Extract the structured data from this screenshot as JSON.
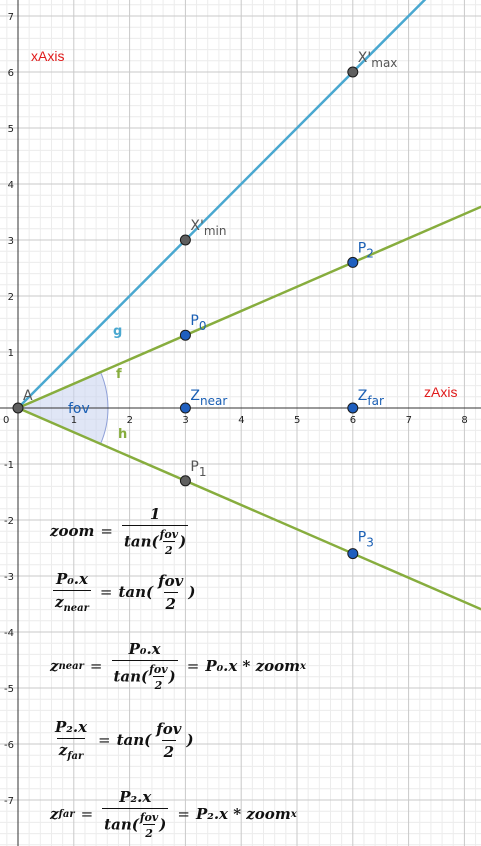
{
  "axes": {
    "x_title": "zAxis",
    "y_title": "xAxis",
    "x_ticks": [
      "0",
      "1",
      "2",
      "3",
      "4",
      "5",
      "6",
      "7",
      "8"
    ],
    "y_ticks": [
      "-7",
      "-6",
      "-5",
      "-4",
      "-3",
      "-2",
      "-1",
      "1",
      "2",
      "3",
      "4",
      "5",
      "6",
      "7"
    ],
    "xlim": [
      -0.3,
      8.3
    ],
    "ylim": [
      -7.8,
      7.3
    ]
  },
  "colors": {
    "line_g": "#4aa8d0",
    "line_fh": "#87ad3e",
    "point_blue": "#1f5fbf",
    "point_gray": "#5f5f5f",
    "label_blue": "#1a5fb4",
    "label_gray": "#555555",
    "axis_title": "#e01b1b",
    "fov_arc": "#c7d2ef"
  },
  "lines": {
    "g": {
      "label": "g",
      "slope": 1.0
    },
    "f": {
      "label": "f",
      "slope": 0.433
    },
    "h": {
      "label": "h",
      "slope": -0.433
    }
  },
  "fov_label": "fov",
  "points": [
    {
      "id": "A",
      "main": "A",
      "sub": "",
      "x": 0,
      "y": 0,
      "color": "gray"
    },
    {
      "id": "Xmin",
      "main": "X'",
      "sub": "min",
      "x": 3,
      "y": 3,
      "color": "gray"
    },
    {
      "id": "Xmax",
      "main": "X'",
      "sub": "max",
      "x": 6,
      "y": 6,
      "color": "gray"
    },
    {
      "id": "P0",
      "main": "P",
      "sub": "0",
      "x": 3,
      "y": 1.3,
      "color": "blue"
    },
    {
      "id": "P1",
      "main": "P",
      "sub": "1",
      "x": 3,
      "y": -1.3,
      "color": "gray"
    },
    {
      "id": "P2",
      "main": "P",
      "sub": "2",
      "x": 6,
      "y": 2.6,
      "color": "blue"
    },
    {
      "id": "P3",
      "main": "P",
      "sub": "3",
      "x": 6,
      "y": -2.6,
      "color": "blue"
    },
    {
      "id": "Znear",
      "main": "Z",
      "sub": "near",
      "x": 3,
      "y": 0,
      "color": "blue"
    },
    {
      "id": "Zfar",
      "main": "Z",
      "sub": "far",
      "x": 6,
      "y": 0,
      "color": "blue"
    }
  ],
  "formulas": {
    "f1": {
      "lhs": "zoom",
      "num": "1",
      "den_prefix": "tan(",
      "den_frac_num": "fov",
      "den_frac_den": "2",
      "den_suffix": ")"
    },
    "f2": {
      "num": "P₀.x",
      "den_main": "z",
      "den_sub": "near",
      "rhs_prefix": "tan(",
      "rhs_frac_num": "fov",
      "rhs_frac_den": "2",
      "rhs_suffix": ")"
    },
    "f3": {
      "lhs_main": "z",
      "lhs_sub": "near",
      "num": "P₀.x",
      "den_prefix": "tan(",
      "den_frac_num": "fov",
      "den_frac_den": "2",
      "den_suffix": ")",
      "rhs_main": "P₀.x * zoom",
      "rhs_sub": "x"
    },
    "f4": {
      "num": "P₂.x",
      "den_main": "z",
      "den_sub": "far",
      "rhs_prefix": "tan(",
      "rhs_frac_num": "fov",
      "rhs_frac_den": "2",
      "rhs_suffix": ")"
    },
    "f5": {
      "lhs_main": "z",
      "lhs_sub": "far",
      "num": "P₂.x",
      "den_prefix": "tan(",
      "den_frac_num": "fov",
      "den_frac_den": "2",
      "den_suffix": ")",
      "rhs_main": "P₂.x * zoom",
      "rhs_sub": "x"
    }
  }
}
